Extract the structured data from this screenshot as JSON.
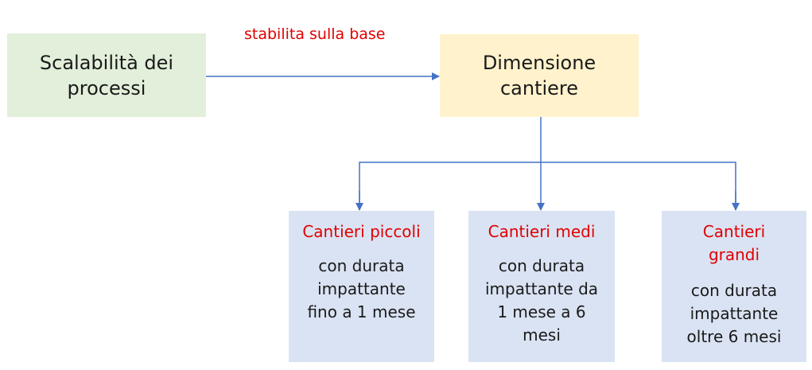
{
  "nodes": {
    "scalability": {
      "lines": [
        "Scalabilità dei",
        "processi"
      ]
    },
    "dimension": {
      "lines": [
        "Dimensione",
        "cantiere"
      ]
    },
    "small": {
      "title_lines": [
        "Cantieri piccoli"
      ],
      "desc_lines": [
        "con durata",
        "impattante",
        "fino a 1 mese"
      ]
    },
    "medium": {
      "title_lines": [
        "Cantieri medi"
      ],
      "desc_lines": [
        "con durata",
        "impattante da",
        "1 mese a 6",
        "mesi"
      ]
    },
    "large": {
      "title_lines": [
        "Cantieri",
        "grandi"
      ],
      "desc_lines": [
        "con durata",
        "impattante",
        "oltre 6 mesi"
      ]
    }
  },
  "edge_label": "stabilita sulla base",
  "colors": {
    "arrow": "#4472c4",
    "red_text": "#e00000",
    "green_box": "#e2efda",
    "yellow_box": "#fff2cc",
    "blue_box": "#dae3f3"
  }
}
